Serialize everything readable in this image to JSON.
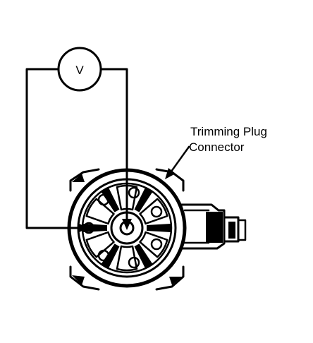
{
  "meter": {
    "symbol": "V"
  },
  "callout": {
    "line1": "Trimming Plug",
    "line2": "Connector"
  },
  "colors": {
    "ink": "#000000",
    "paper": "#ffffff"
  }
}
